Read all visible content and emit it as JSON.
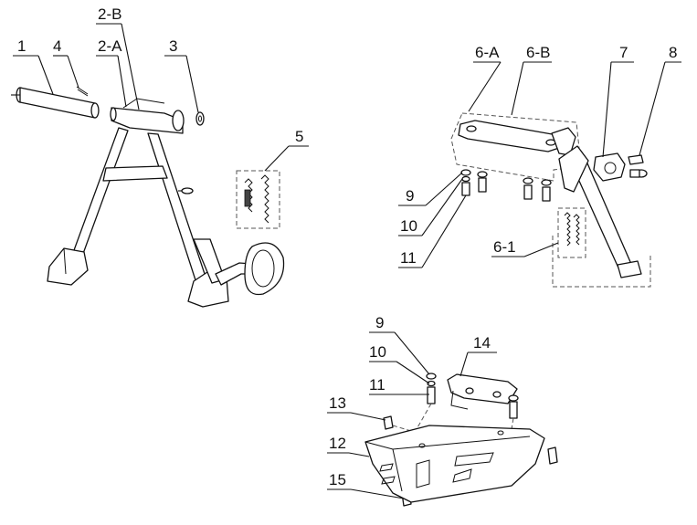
{
  "labels": {
    "p1": "1",
    "p4": "4",
    "p2b": "2-B",
    "p2a": "2-A",
    "p3": "3",
    "p5": "5",
    "p6a": "6-A",
    "p6b": "6-B",
    "p7": "7",
    "p8": "8",
    "p9a": "9",
    "p10a": "10",
    "p11a": "11",
    "p61": "6-1",
    "p9b": "9",
    "p10b": "10",
    "p11b": "11",
    "p14": "14",
    "p13": "13",
    "p12": "12",
    "p15": "15"
  }
}
